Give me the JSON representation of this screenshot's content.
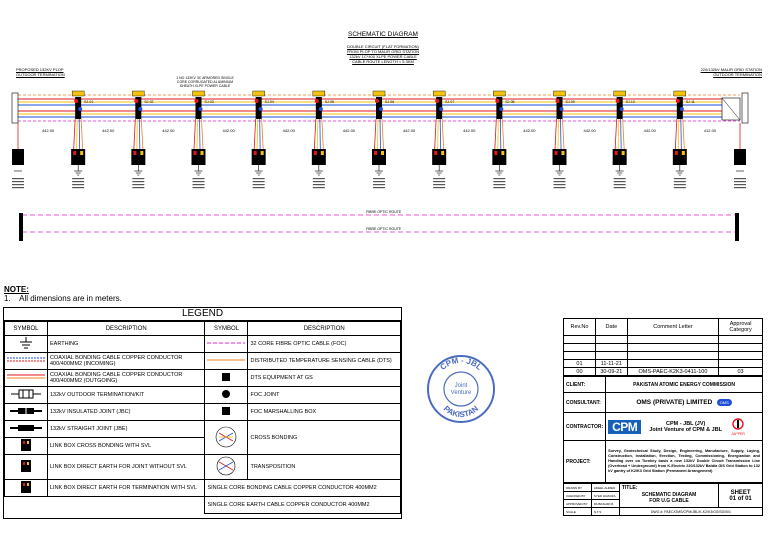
{
  "header": {
    "title": "SCHEMATIC DIAGRAM",
    "subtitle_lines": [
      "DOUBLE CIRCUIT (FLAT FORMATION)",
      "FROM PLOP TO MALIR GRID STATION",
      "132kV 1C*400 XLPE POWER CABLE",
      "CABLE ROUTE LENGTH = 5.3KM"
    ]
  },
  "left_termination": [
    "PROPOSED 132KV PLOP",
    "OUTDOOR TERMINATION"
  ],
  "right_termination": [
    "220/132kV MALIR GRID STATION",
    "OUTDOOR TERMINATION"
  ],
  "center_note": [
    "1 NO 132KV 3C ARMORED SINGLE",
    "CORE CORRUGATED ALUMINIUM",
    "SHEATH XLPE POWER CABLE"
  ],
  "bay_labels": [
    "442.00",
    "442.00",
    "442.00",
    "442.00",
    "442.00",
    "442.00",
    "442.00",
    "442.00",
    "442.00",
    "442.00",
    "442.00",
    "412.00"
  ],
  "joint_labels": [
    "SJ-01",
    "SJ-02",
    "SJ-03",
    "SJ-04",
    "SJ-05",
    "SJ-06",
    "SJ-07",
    "SJ-08",
    "SJ-09",
    "SJ-10",
    "SJ-11"
  ],
  "route_labels": [
    "FIBRE OPTIC ROUTE",
    "FIBRE OPTIC ROUTE"
  ],
  "notes": {
    "title": "NOTE:",
    "items": [
      "1.    All dimensions are in meters."
    ]
  },
  "legend": {
    "title": "LEGEND",
    "headers": [
      "SYMBOL",
      "DESCRIPTION",
      "SYMBOL",
      "DESCRIPTION"
    ],
    "left_rows": [
      {
        "symbol": "earth-icon",
        "desc": "EARTHING"
      },
      {
        "symbol": "coax-in-icon",
        "desc": "COAXIAL BONDING CABLE COPPER CONDUCTOR 400/400MM2 (INCOMING)"
      },
      {
        "symbol": "coax-out-icon",
        "desc": "COAXIAL BONDING CABLE COPPER CONDUCTOR 400/400MM2 (OUTGOING)"
      },
      {
        "symbol": "termination-icon",
        "desc": "132kV OUTDOOR TERMINATION/KIT"
      },
      {
        "symbol": "insulated-joint-icon",
        "desc": "132kV INSULATED JOINT (JBC)"
      },
      {
        "symbol": "straight-joint-icon",
        "desc": "132kV STRAIGHT JOINT (JBE)"
      },
      {
        "symbol": "link-box-icon",
        "desc": "LINK BOX CROSS BONDING WITH SVL"
      },
      {
        "symbol": "link-box-icon",
        "desc": "LINK BOX DIRECT EARTH FOR JOINT WITHOUT SVL"
      },
      {
        "symbol": "link-box-icon",
        "desc": "LINK BOX DIRECT EARTH FOR TERMINATION WITH SVL"
      }
    ],
    "right_rows": [
      {
        "symbol": "foc-icon",
        "desc": "32 CORE FIBRE OPTIC CABLE (FOC)"
      },
      {
        "symbol": "dts-icon",
        "desc": "DISTRIBUTED TEMPERATURE SENSING CABLE (DTS)"
      },
      {
        "symbol": "dts-equip-icon",
        "desc": "DTS EQUIPMENT AT GS"
      },
      {
        "symbol": "foc-joint-icon",
        "desc": "FOC JOINT"
      },
      {
        "symbol": "foc-box-icon",
        "desc": "FOC MARSHALLING BOX"
      },
      {
        "symbol": "cross-bonding-icon",
        "desc": "CROSS BONDING"
      },
      {
        "symbol": "transposition-icon",
        "desc": "TRANSPOSITION"
      }
    ],
    "bottom_rows": [
      "SINGLE CORE BONDING CABLE COPPER CONDUCTOR 400MM2",
      "SINGLE CORE EARTH CABLE COPPER CONDUCTOR 400MM2"
    ]
  },
  "stamp": {
    "top": "CPM - JBL",
    "middle": [
      "Joint",
      "Venture"
    ],
    "bottom": "PAKISTAN"
  },
  "revisions": {
    "headers": [
      "Rev.No",
      "Date",
      "Comment Letter",
      "Approval Category"
    ],
    "rows": [
      {
        "rev": "01",
        "date": "11-11-21",
        "comment": "",
        "cat": ""
      },
      {
        "rev": "00",
        "date": "30-09-21",
        "comment": "OMS-PAEC-K2K3-0411-100",
        "cat": "03"
      }
    ]
  },
  "title_block": {
    "client_label": "CLIENT:",
    "client": "PAKISTAN ATOMIC ENERGY COMMISSION",
    "consultant_label": "CONSULTANT:",
    "consultant": "OMS (PRIVATE) LIMITED",
    "consultant_logo": "OMS",
    "contractor_label": "CONTRACTOR:",
    "contractor_logo": "CPM",
    "contractor_name": "CPM - JBL (JV)",
    "contractor_jv": "Joint Venture of CPM & JBL",
    "contractor_logo2": "JAPPER",
    "project_label": "PROJECT:",
    "project": "Survey, Geotechnical Study, Design, Engineering, Manufacture, Supply, Laying, Construction, Installation, Erection, Testing, Commissioning, Energization and Handing over on Turnkey basis a new 132kV Double Circuit Transmission Line (Overhead + Underground) from K-Electric 220/132kV Baldia GIS Grid Station to 132 kV gantry of K2/K3 Grid Station (Permanent Arrangement)",
    "drawn_by_label": "DRAWN BY",
    "drawn_by": "ADEEL AHMED",
    "checked_by_label": "CHECKED BY",
    "checked_by": "SYED HUZAIFA",
    "approved_by_label": "APPROVED BY",
    "approved_by": "MUBASHIR M.",
    "scale_label": "SCALE",
    "scale": "N.T.S",
    "title_label": "TITLE:",
    "title": [
      "SCHEMATIC DIAGRAM",
      "FOR U.G CABLE"
    ],
    "sheet_label": "SHEET",
    "sheet": "01 of 01",
    "dwg": "DWG #: PAEC/OMS/CPM/JBL/K-K2/K3/GS/SD/001"
  },
  "colors": {
    "red": "#e3141b",
    "blue": "#1e4fd8",
    "yellow": "#f3c20a",
    "magenta": "#e020d0",
    "orange": "#f08020",
    "black": "#000000"
  }
}
